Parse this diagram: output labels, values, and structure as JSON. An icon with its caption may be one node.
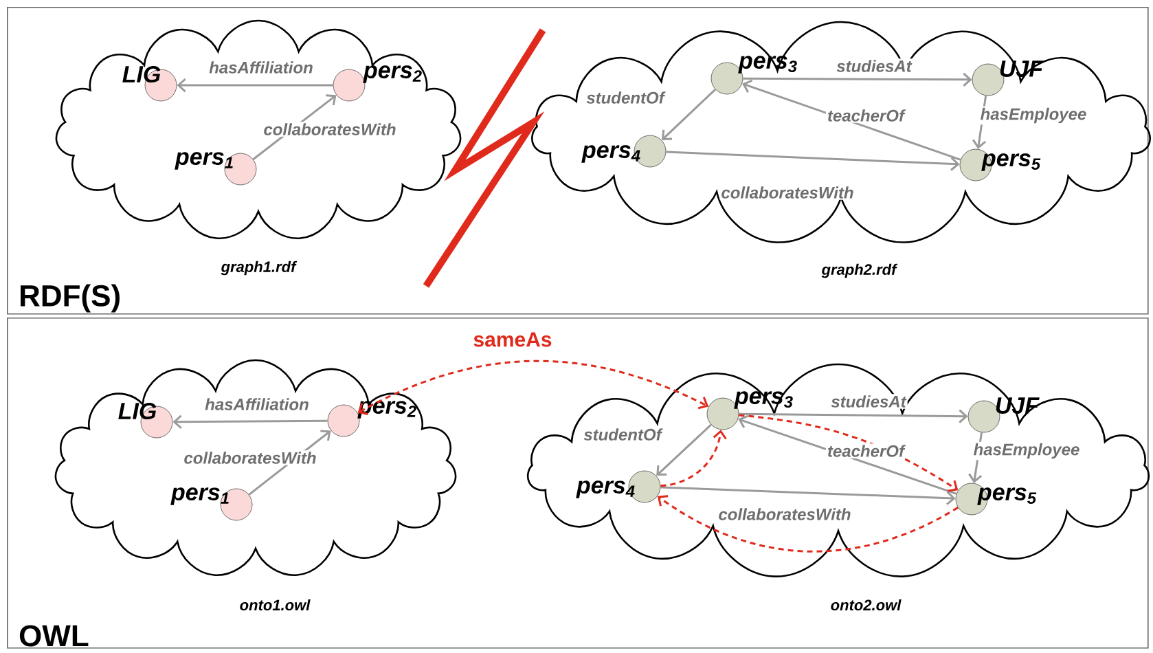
{
  "diagram": {
    "nodes": [
      {
        "text": [
          "RDF(S)"
        ]
      },
      {
        "text": [],
        "shape": "cloud",
        "in": 0,
        "beside": [
          "graph1.rdf"
        ]
      },
      {
        "text": [
          "LIG"
        ],
        "in": 1
      },
      {
        "text": [
          "pers$_{2}$"
        ],
        "in": 1
      },
      {
        "text": [
          "pers$_{1}$"
        ],
        "in": 1
      },
      {
        "text": [],
        "shape": "cloud",
        "in": 0,
        "beside": [
          "graph2.rdf"
        ]
      },
      {
        "text": [
          "pers$_{3}$"
        ],
        "in": 5
      },
      {
        "text": [
          "UJF"
        ],
        "in": 5
      },
      {
        "text": [
          "pers$_{4}$"
        ],
        "in": 5
      },
      {
        "text": [
          "pers$_{5}$"
        ],
        "in": 5
      },
      {
        "text": [
          "OWL"
        ]
      },
      {
        "text": [],
        "shape": "cloud",
        "in": 10,
        "beside": [
          "onto1.owl"
        ]
      },
      {
        "text": [
          "LIG"
        ],
        "in": 11
      },
      {
        "text": [
          "pers$_{2}$"
        ],
        "in": 11
      },
      {
        "text": [
          "pers$_{1}$"
        ],
        "in": 11
      },
      {
        "text": [],
        "shape": "cloud",
        "in": 10,
        "beside": [
          "onto2.owl"
        ]
      },
      {
        "text": [
          "pers$_{3}$"
        ],
        "in": 15
      },
      {
        "text": [
          "UJF"
        ],
        "in": 15
      },
      {
        "text": [
          "pers$_{4}$"
        ],
        "in": 15
      },
      {
        "text": [
          "pers$_{5}$"
        ],
        "in": 15
      }
    ],
    "edges": [
      {
        "from": 3,
        "to": 2,
        "arrow": "to",
        "label": "hasAffiliation"
      },
      {
        "from": 4,
        "to": 3,
        "arrow": "to",
        "label": "collaboratesWith"
      },
      {
        "from": 6,
        "to": 7,
        "arrow": "to",
        "label": "studiesAt"
      },
      {
        "from": 6,
        "to": 8,
        "arrow": "to",
        "label": "studentOf"
      },
      {
        "from": 9,
        "to": 6,
        "arrow": "to",
        "label": "teacherOf"
      },
      {
        "from": 7,
        "to": 9,
        "arrow": "to",
        "label": "hasEmployee"
      },
      {
        "from": 8,
        "to": 9,
        "arrow": "to",
        "label": "collaboratesWith"
      },
      {
        "from": 13,
        "to": 12,
        "arrow": "to",
        "label": "hasAffiliation"
      },
      {
        "from": 14,
        "to": 13,
        "arrow": "to",
        "label": "collaboratesWith"
      },
      {
        "from": 16,
        "to": 17,
        "arrow": "to",
        "label": "studiesAt"
      },
      {
        "from": 16,
        "to": 18,
        "arrow": "to",
        "label": "studentOf"
      },
      {
        "from": 19,
        "to": 16,
        "arrow": "to",
        "label": "teacherOf"
      },
      {
        "from": 17,
        "to": 19,
        "arrow": "to",
        "label": "hasEmployee"
      },
      {
        "from": 18,
        "to": 19,
        "arrow": "to",
        "label": "collaboratesWith"
      },
      {
        "from": 13,
        "to": 16,
        "arrow": "both",
        "label": "sameAs",
        "style": "dashed",
        "color": "#e02a1c"
      },
      {
        "from": 16,
        "to": 19,
        "arrow": "to",
        "style": "dashed",
        "color": "#e02a1c"
      },
      {
        "from": 19,
        "to": 18,
        "arrow": "to",
        "style": "dashed",
        "color": "#e02a1c"
      },
      {
        "from": 18,
        "to": 16,
        "arrow": "to",
        "style": "dashed",
        "color": "#e02a1c"
      }
    ]
  }
}
